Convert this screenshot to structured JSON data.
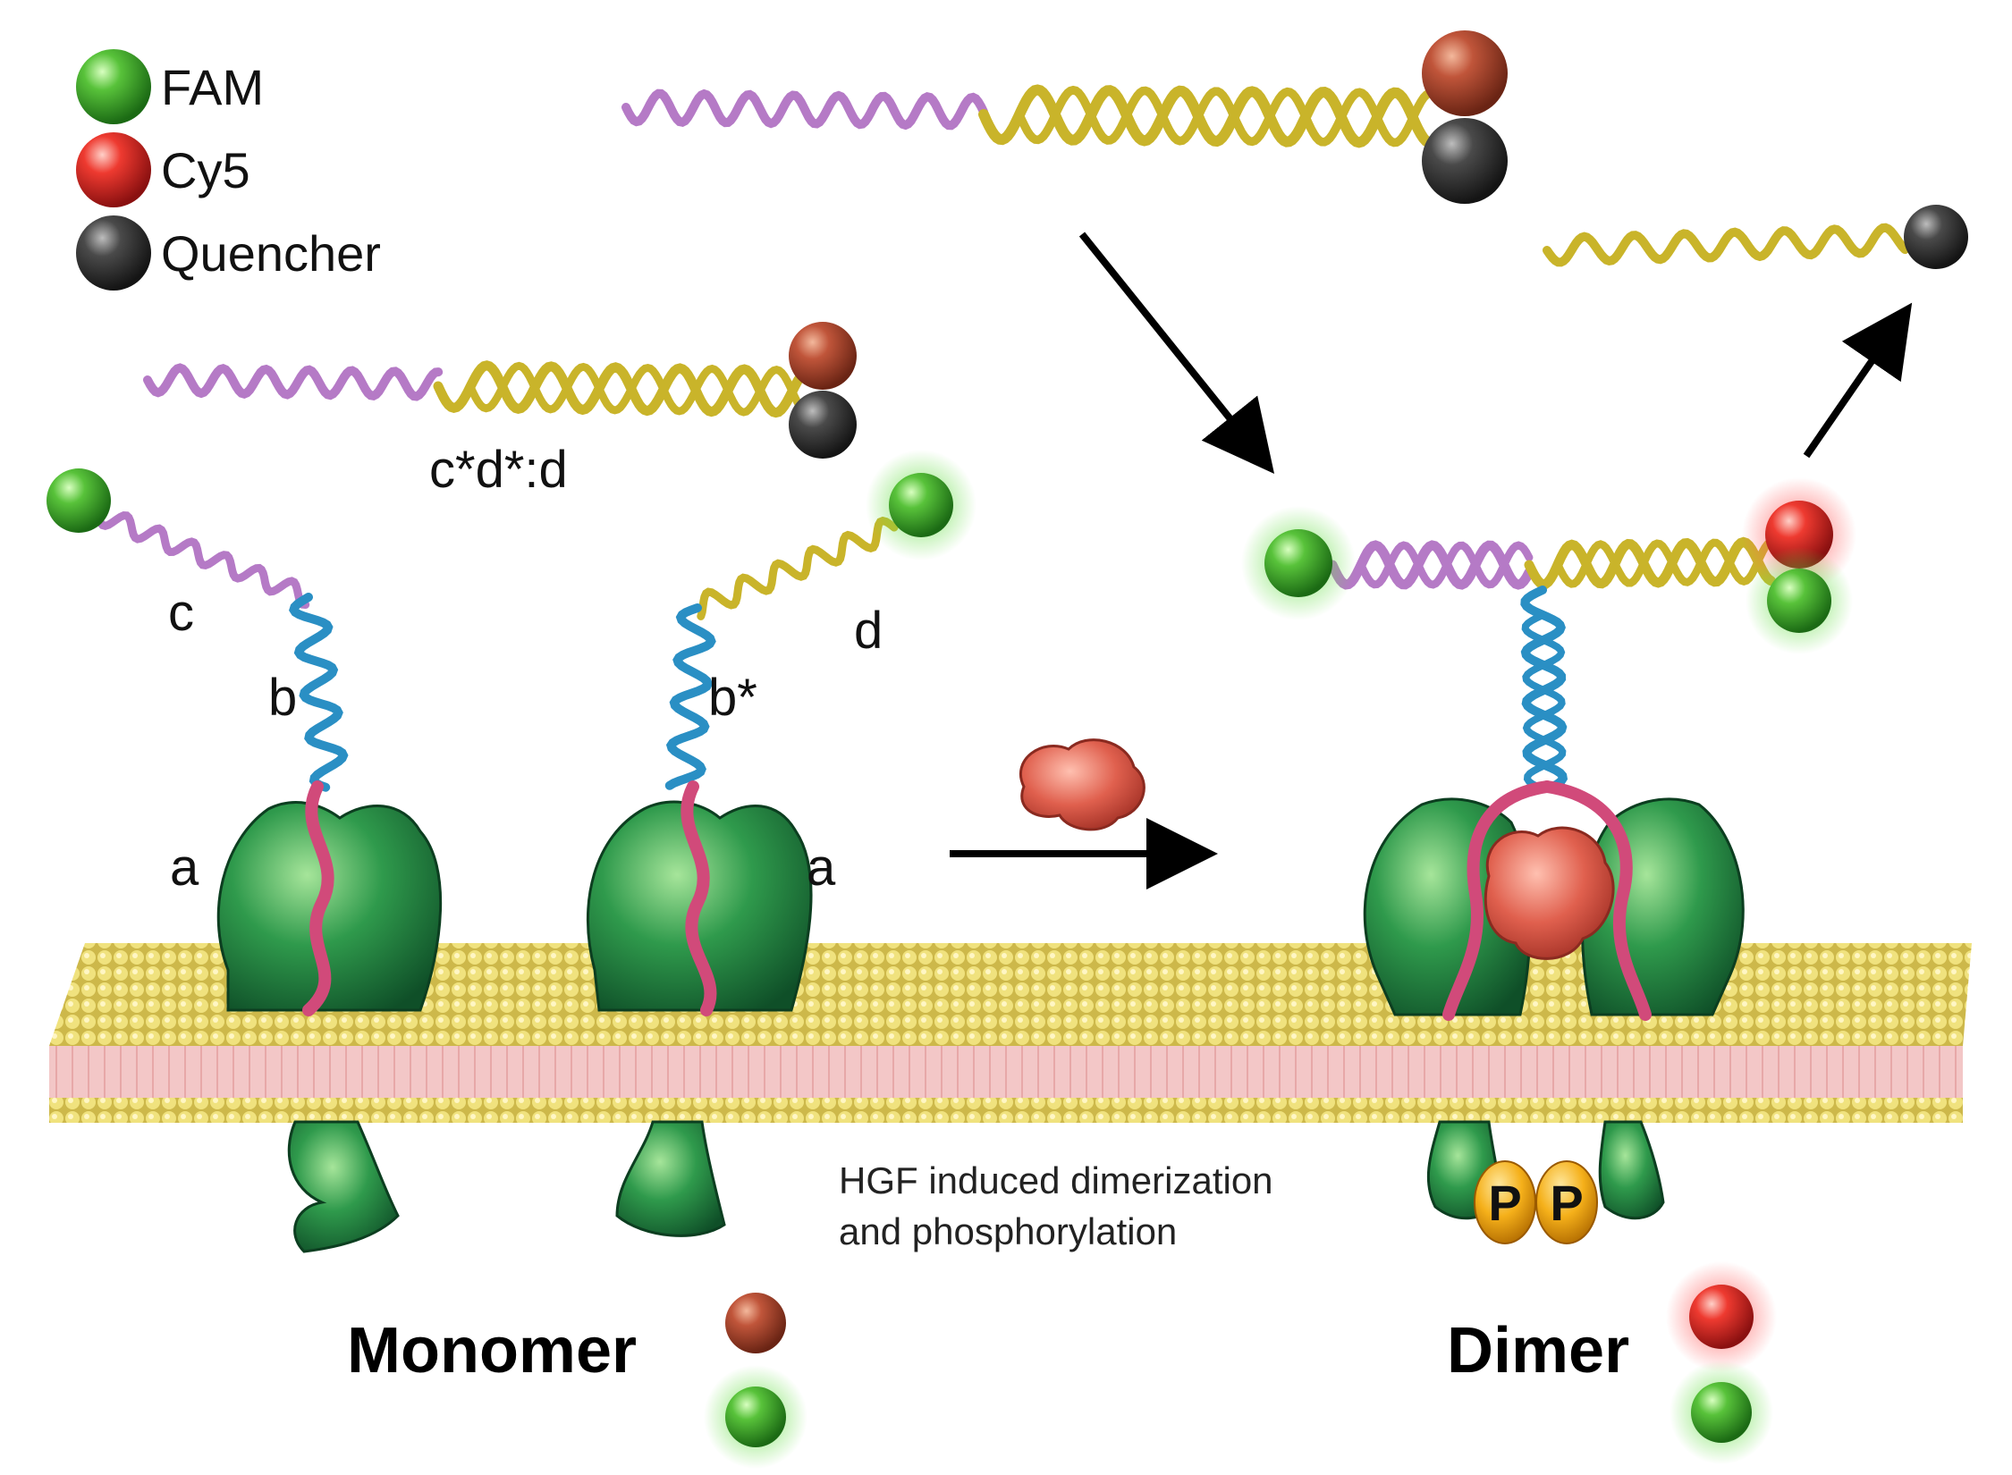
{
  "legend": {
    "fam": "FAM",
    "cy5": "Cy5",
    "quencher": "Quencher"
  },
  "strand_labels": {
    "duplex": "c*d*:d",
    "c": "c",
    "b": "b",
    "a_left": "a",
    "b_star": "b*",
    "d": "d",
    "a_right": "a"
  },
  "caption": {
    "line1": "HGF induced dimerization",
    "line2": "and phosphorylation"
  },
  "phospho_label": "P",
  "titles": {
    "monomer": "Monomer",
    "dimer": "Dimer"
  },
  "colors": {
    "fam": "#3aa62a",
    "cy5": "#e02a2a",
    "cy5_quenched": "#b5452f",
    "quencher": "#3a3a3a",
    "strand_c": "#b57ac6",
    "strand_d": "#c9b42a",
    "strand_b": "#2a8fc4",
    "aptamer_a": "#d14a7a",
    "receptor": "#1f8a4a",
    "hgf": "#e06a5a",
    "membrane_bead": "#e6d46a",
    "membrane_core": "#f0c0c0",
    "phosphate": "#f0a818"
  }
}
